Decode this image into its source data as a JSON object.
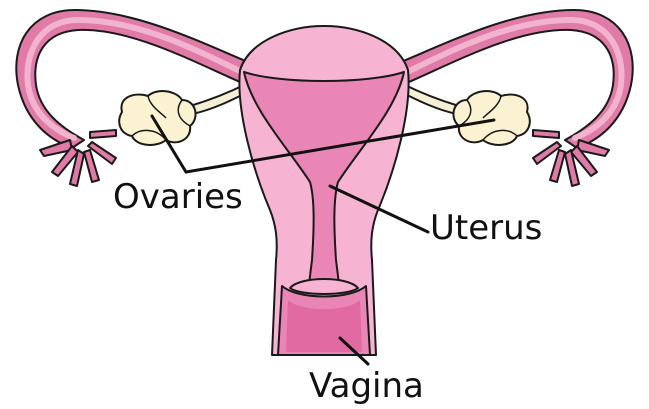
{
  "labels": {
    "ovaries": "Ovaries",
    "uterus": "Uterus",
    "vagina": "Vagina"
  },
  "colors": {
    "tube": "#e07aa6",
    "tube_lumen": "#f2b3cf",
    "uterus_wall": "#f6b3d2",
    "uterus_cavity": "#e986b6",
    "vagina_inner": "#d9548f",
    "ovary": "#fbf2d2",
    "ligament": "#f5efd5",
    "outline": "#1a1a1a"
  }
}
